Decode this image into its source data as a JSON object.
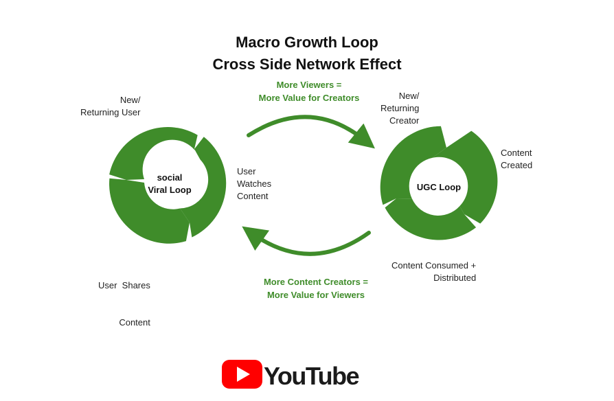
{
  "title": {
    "line1": "Macro Growth Loop",
    "line2": "Cross Side Network Effect"
  },
  "colors": {
    "loop_green": "#3f8c2a",
    "label_green": "#3f8c2a",
    "youtube_red": "#ff0000"
  },
  "left_loop": {
    "name_line1": "social",
    "name_line2": "Viral Loop",
    "step_new_user": [
      "New/",
      "Returning User"
    ],
    "step_watch": [
      "User",
      "Watches",
      "Content"
    ],
    "step_share": [
      "User  Shares",
      "Content"
    ]
  },
  "right_loop": {
    "name": "UGC Loop",
    "step_new_creator": [
      "New/",
      "Returning",
      "Creator"
    ],
    "step_created": [
      "Content",
      "Created"
    ],
    "step_consumed": [
      "Content Consumed +",
      "Distributed"
    ]
  },
  "arrows": {
    "top_label": [
      "More Viewers =",
      "More Value for Creators"
    ],
    "bottom_label": [
      "More Content Creators =",
      "More Value for Viewers"
    ]
  },
  "logo": {
    "icon": "youtube-play-icon",
    "wordmark": "YouTube"
  }
}
